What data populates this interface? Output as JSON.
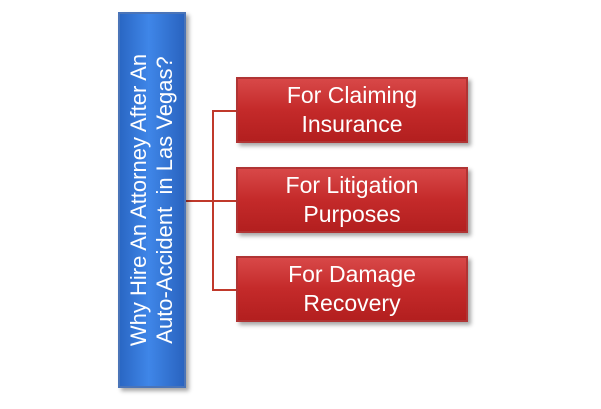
{
  "diagram": {
    "root": {
      "lines": [
        "Why Hire An Attorney After An",
        "Auto-Accident  in Las Vegas?"
      ]
    },
    "children": [
      {
        "lines": [
          "For Claiming",
          "Insurance"
        ]
      },
      {
        "lines": [
          "For Litigation",
          "Purposes"
        ]
      },
      {
        "lines": [
          "For Damage",
          "Recovery"
        ]
      }
    ],
    "colors": {
      "root_fill": "#3a7fe0",
      "child_fill": "#c62828",
      "connector": "#c0392b"
    }
  }
}
